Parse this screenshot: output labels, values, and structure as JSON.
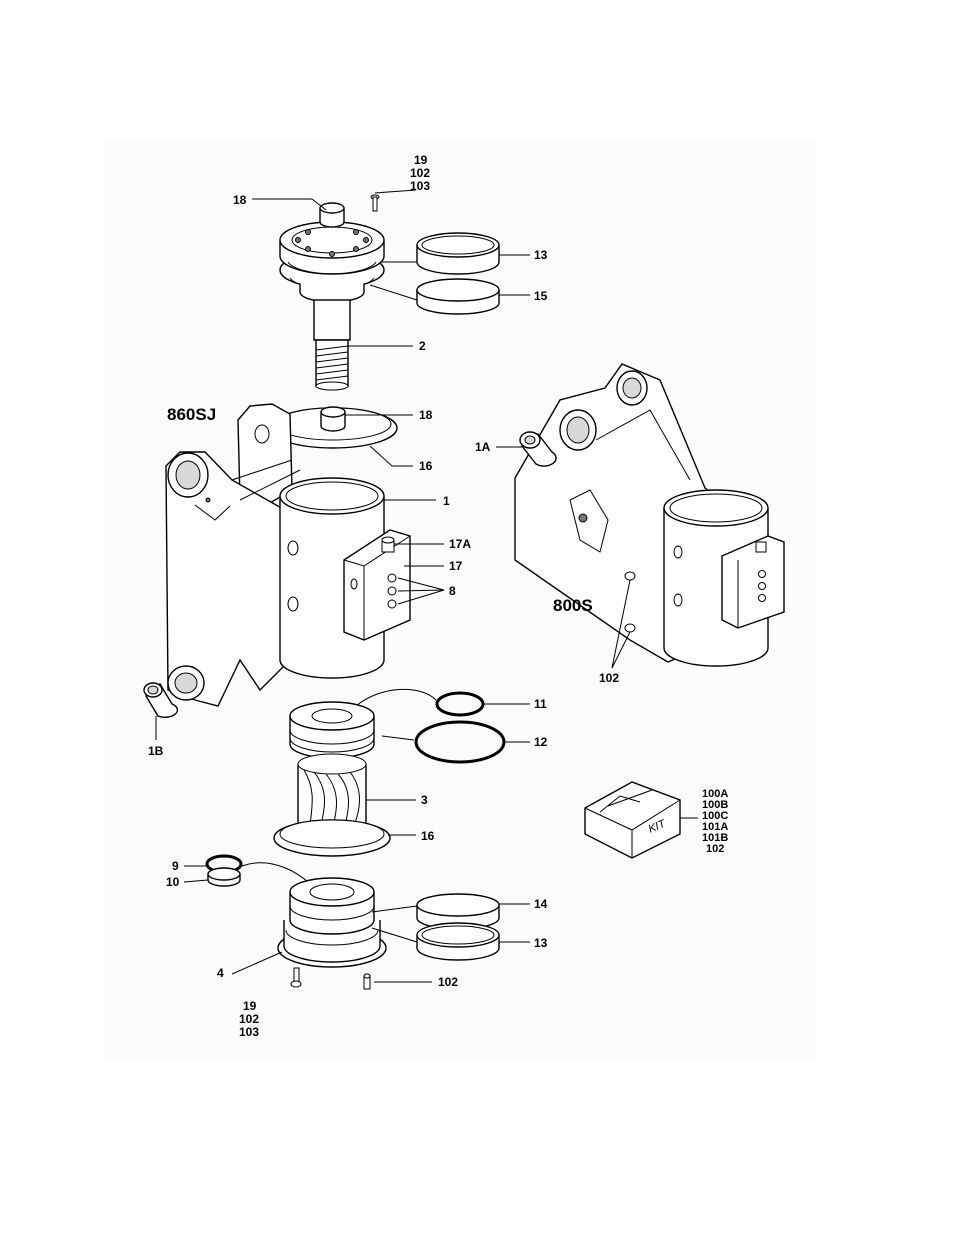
{
  "models": {
    "left": "860SJ",
    "right": "800S"
  },
  "kit_box": {
    "text": "KIT",
    "labels": [
      "100A",
      "100B",
      "100C",
      "101A",
      "101B",
      "102"
    ]
  },
  "callouts": {
    "c19_top": [
      "19",
      "102",
      "103"
    ],
    "c18_top": "18",
    "c13_top": "13",
    "c15": "15",
    "c2": "2",
    "c18_mid": "18",
    "c16_top": "16",
    "c1": "1",
    "c17A": "17A",
    "c17": "17",
    "c8": "8",
    "c1A": "1A",
    "c102_right": "102",
    "c11": "11",
    "c12": "12",
    "c1B": "1B",
    "c3": "3",
    "c16_bot": "16",
    "c9": "9",
    "c10": "10",
    "c14": "14",
    "c13_bot": "13",
    "c4": "4",
    "c102_bot": "102",
    "c19_bot": [
      "19",
      "102",
      "103"
    ]
  }
}
